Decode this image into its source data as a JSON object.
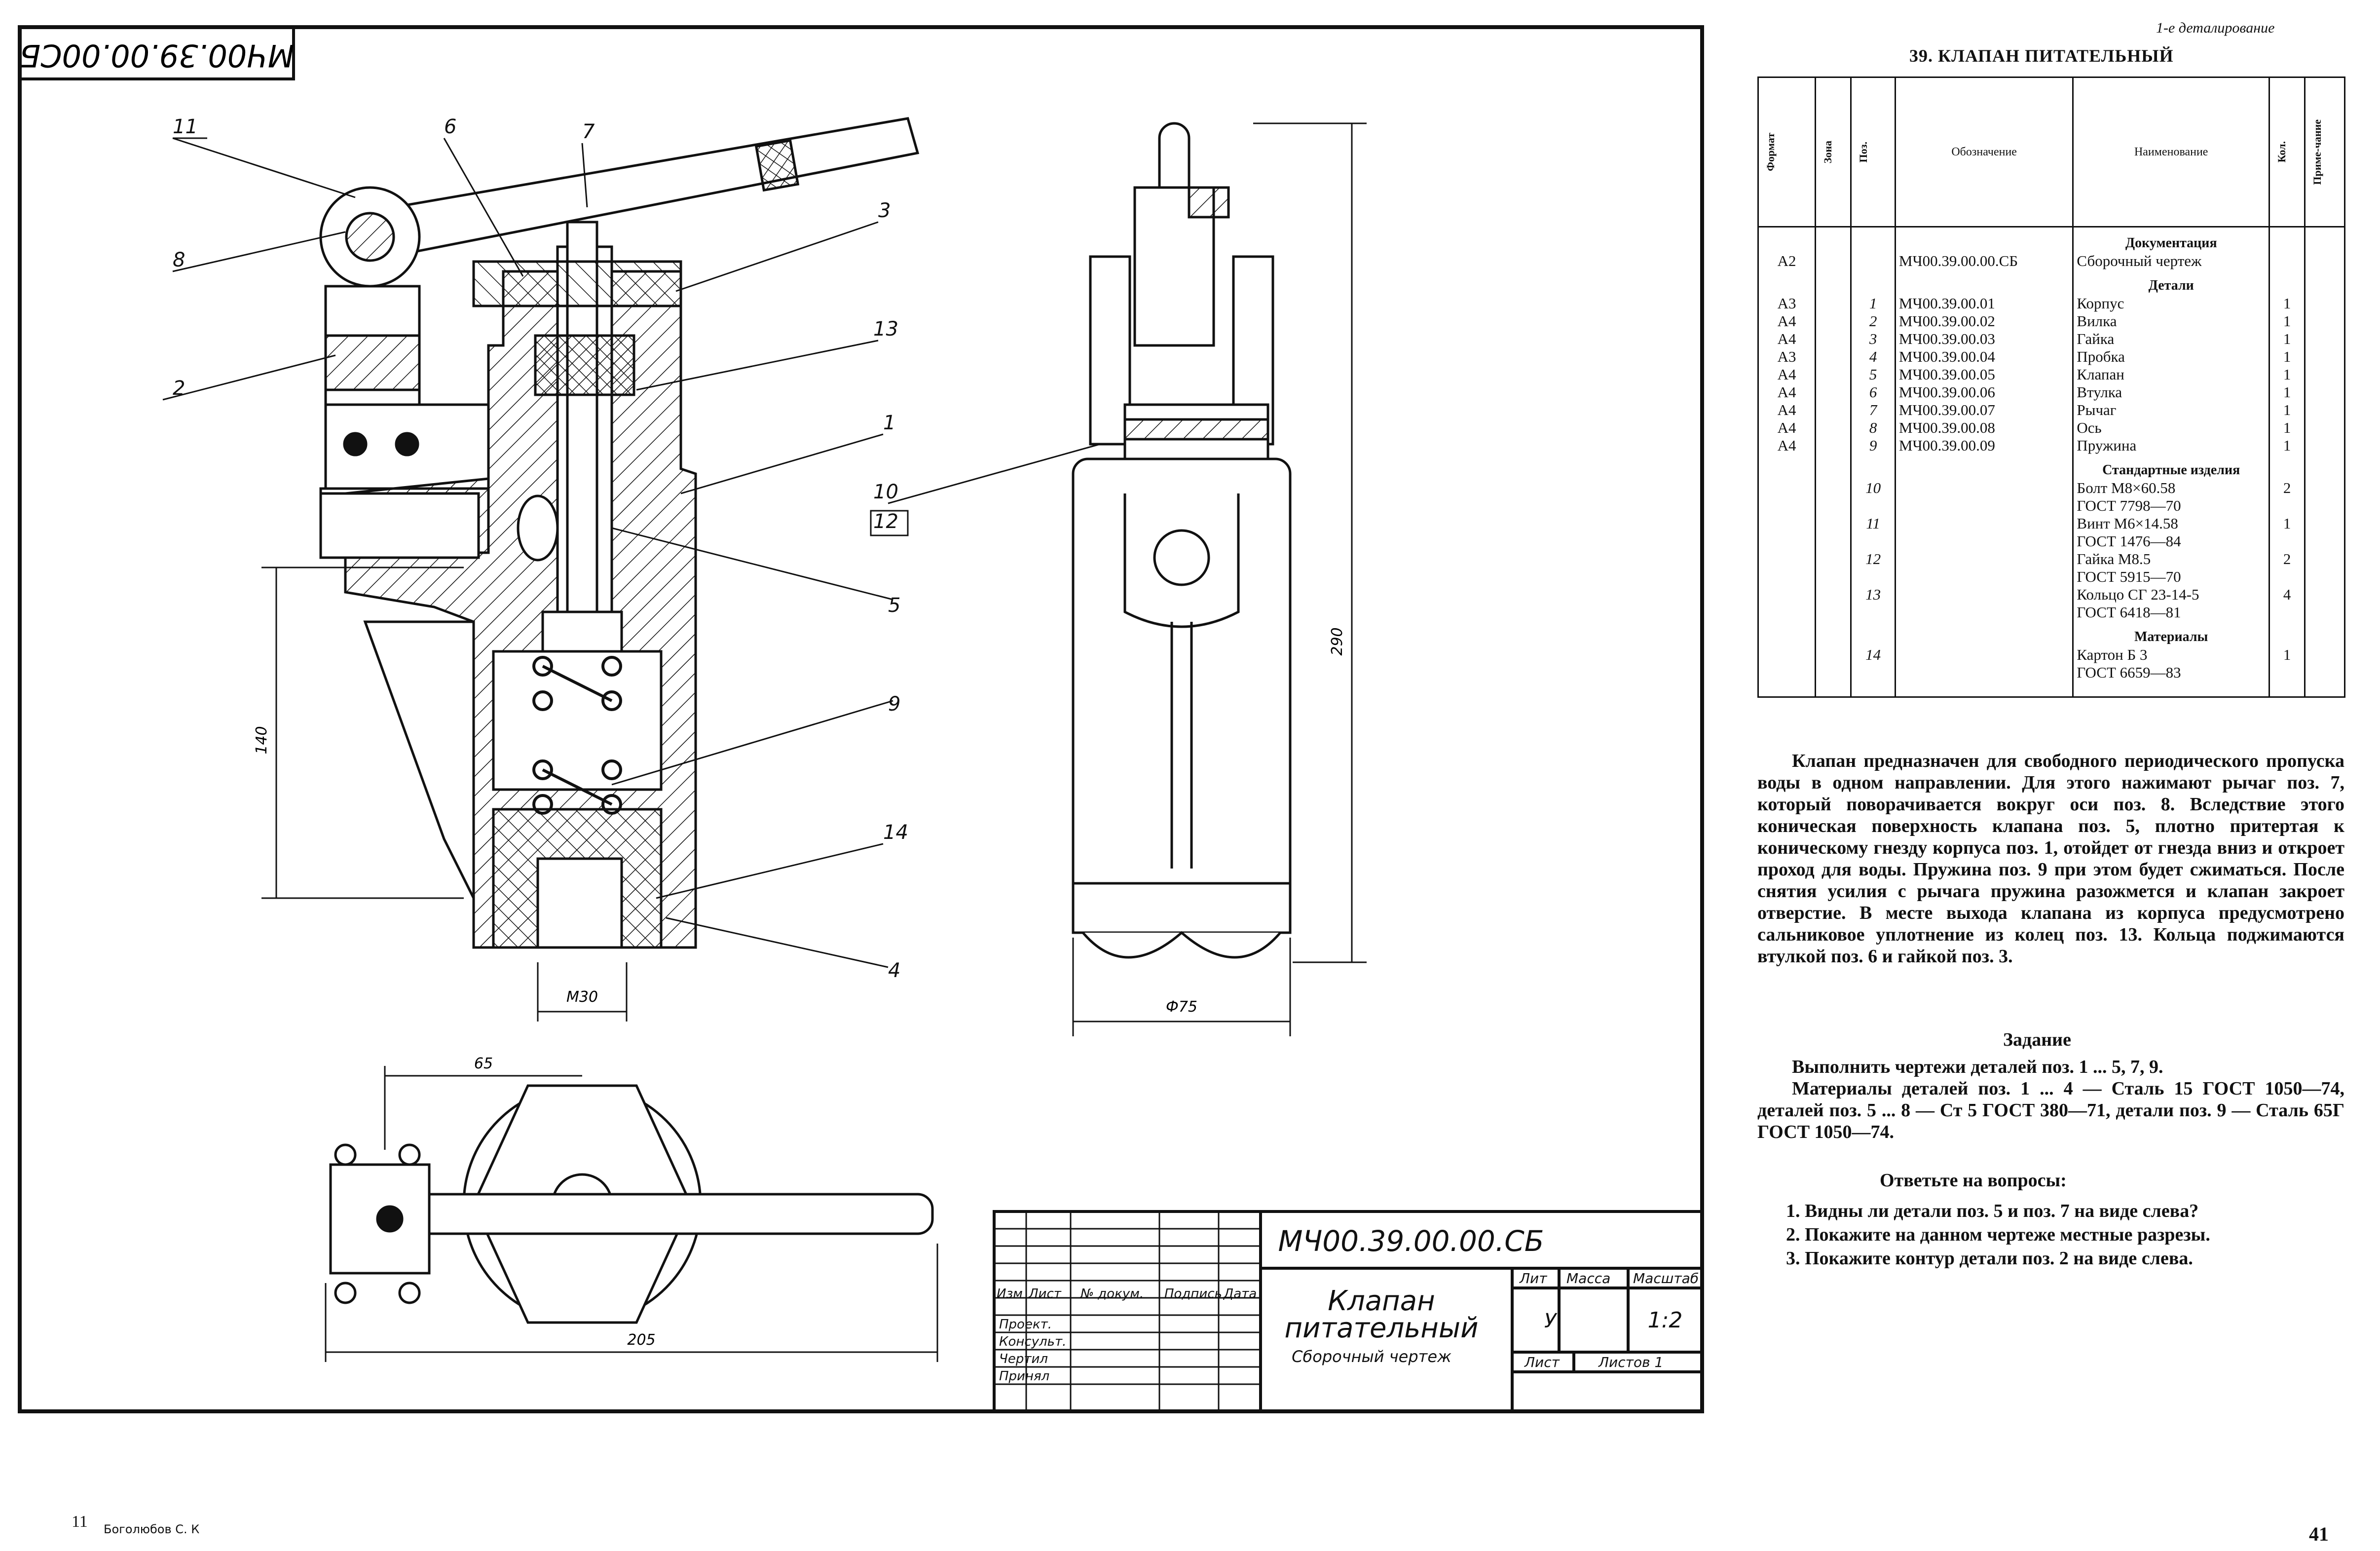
{
  "header": {
    "section_tag": "1-е деталирование",
    "title": "39. КЛАПАН ПИТАТЕЛЬНЫЙ"
  },
  "stamp_code": "МЧ00.39.00.00СБ",
  "drawing": {
    "callouts": [
      "11",
      "6",
      "7",
      "3",
      "8",
      "13",
      "2",
      "1",
      "10",
      "12",
      "5",
      "9",
      "14",
      "4"
    ],
    "dims": {
      "d140": "140",
      "m30": "М30",
      "d290": "290",
      "phi75": "Ф75",
      "d65": "65",
      "d205": "205"
    }
  },
  "title_block": {
    "code": "МЧ00.39.00.00.СБ",
    "name_line1": "Клапан",
    "name_line2": "питательный",
    "doc_type": "Сборочный чертеж",
    "hdr": {
      "izm": "Изм",
      "list": "Лист",
      "doc": "№ докум.",
      "sign": "Подпись",
      "date": "Дата"
    },
    "roles": [
      "Проект.",
      "Консульт.",
      "Чертил",
      "Принял"
    ],
    "lit": "Лит",
    "mass": "Масса",
    "scale_lbl": "Масштаб",
    "lit_val": "У",
    "scale": "1:2",
    "sheet": "Лист",
    "sheets": "Листов 1"
  },
  "spec": {
    "headers": {
      "format": "Формат",
      "zone": "Зона",
      "pos": "Поз.",
      "designation": "Обозначение",
      "name": "Наименование",
      "qty": "Кол.",
      "note": "Приме-чание"
    },
    "sections": [
      {
        "title": "Документация",
        "rows": [
          {
            "format": "А2",
            "pos": "",
            "designation": "МЧ00.39.00.00.СБ",
            "name": "Сборочный чертеж",
            "qty": ""
          }
        ]
      },
      {
        "title": "Детали",
        "rows": [
          {
            "format": "А3",
            "pos": "1",
            "designation": "МЧ00.39.00.01",
            "name": "Корпус",
            "qty": "1"
          },
          {
            "format": "А4",
            "pos": "2",
            "designation": "МЧ00.39.00.02",
            "name": "Вилка",
            "qty": "1"
          },
          {
            "format": "А4",
            "pos": "3",
            "designation": "МЧ00.39.00.03",
            "name": "Гайка",
            "qty": "1"
          },
          {
            "format": "А3",
            "pos": "4",
            "designation": "МЧ00.39.00.04",
            "name": "Пробка",
            "qty": "1"
          },
          {
            "format": "А4",
            "pos": "5",
            "designation": "МЧ00.39.00.05",
            "name": "Клапан",
            "qty": "1"
          },
          {
            "format": "А4",
            "pos": "6",
            "designation": "МЧ00.39.00.06",
            "name": "Втулка",
            "qty": "1"
          },
          {
            "format": "А4",
            "pos": "7",
            "designation": "МЧ00.39.00.07",
            "name": "Рычаг",
            "qty": "1"
          },
          {
            "format": "А4",
            "pos": "8",
            "designation": "МЧ00.39.00.08",
            "name": "Ось",
            "qty": "1"
          },
          {
            "format": "А4",
            "pos": "9",
            "designation": "МЧ00.39.00.09",
            "name": "Пружина",
            "qty": "1"
          }
        ]
      },
      {
        "title": "Стандартные изделия",
        "rows": [
          {
            "format": "",
            "pos": "10",
            "designation": "",
            "name": "Болт М8×60.58",
            "name2": "ГОСТ 7798—70",
            "qty": "2"
          },
          {
            "format": "",
            "pos": "11",
            "designation": "",
            "name": "Винт М6×14.58",
            "name2": "ГОСТ 1476—84",
            "qty": "1"
          },
          {
            "format": "",
            "pos": "12",
            "designation": "",
            "name": "Гайка М8.5",
            "name2": "ГОСТ 5915—70",
            "qty": "2"
          },
          {
            "format": "",
            "pos": "13",
            "designation": "",
            "name": "Кольцо СГ 23-14-5",
            "name2": "ГОСТ 6418—81",
            "qty": "4"
          }
        ]
      },
      {
        "title": "Материалы",
        "rows": [
          {
            "format": "",
            "pos": "14",
            "designation": "",
            "name": "Картон Б 3",
            "name2": "ГОСТ 6659—83",
            "qty": "1"
          }
        ]
      }
    ]
  },
  "description": "Клапан предназначен для свободного периодического пропуска воды в одном направлении. Для этого нажимают рычаг поз. 7, который поворачивается вокруг оси поз. 8. Вследствие этого коническая поверхность клапана поз. 5, плотно притертая к коническому гнезду корпуса поз. 1, отойдет от гнезда вниз и откроет проход для воды. Пружина поз. 9 при этом будет сжиматься. После снятия усилия с рычага пружина разожмется и клапан закроет отверстие. В месте выхода клапана из корпуса предусмотрено сальниковое уплотнение из колец поз. 13. Кольца поджимаются втулкой поз. 6 и гайкой поз. 3.",
  "task": {
    "title": "Задание",
    "line1": "Выполнить чертежи деталей поз. 1 ... 5, 7, 9.",
    "line2": "Материалы деталей поз. 1 ... 4 — Сталь 15 ГОСТ 1050—74, деталей поз. 5 ... 8 — Ст 5 ГОСТ 380—71, детали поз. 9 — Сталь 65Г ГОСТ 1050—74."
  },
  "questions": {
    "title": "Ответьте на вопросы:",
    "items": [
      "1. Видны ли детали поз. 5 и поз. 7 на виде слева?",
      "2. Покажите на данном чертеже местные разрезы.",
      "3. Покажите контур детали поз. 2 на виде слева."
    ]
  },
  "footer": {
    "left_num": "11",
    "author": "Боголюбов С. К",
    "page": "41"
  }
}
